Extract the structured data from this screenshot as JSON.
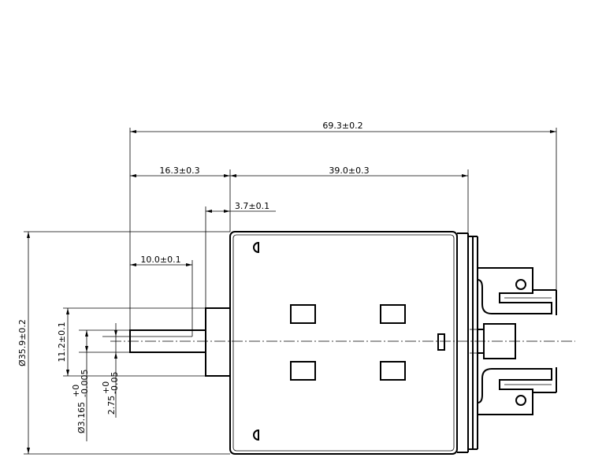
{
  "dimensions": {
    "overall_length": "69.3±0.2",
    "body_length": "39.0±0.3",
    "shaft_length": "16.3±0.3",
    "boss_length": "3.7±0.1",
    "shaft_flat_length": "10.0±0.1",
    "boss_diameter": "11.2±0.1",
    "body_diameter": "Ø35.9±0.2",
    "shaft_diameter": "Ø3.165",
    "shaft_diameter_tol_upper": "+0",
    "shaft_diameter_tol_lower": "-0.005",
    "flat_height": "2.75",
    "flat_height_tol_upper": "+0",
    "flat_height_tol_lower": "-0.05"
  }
}
